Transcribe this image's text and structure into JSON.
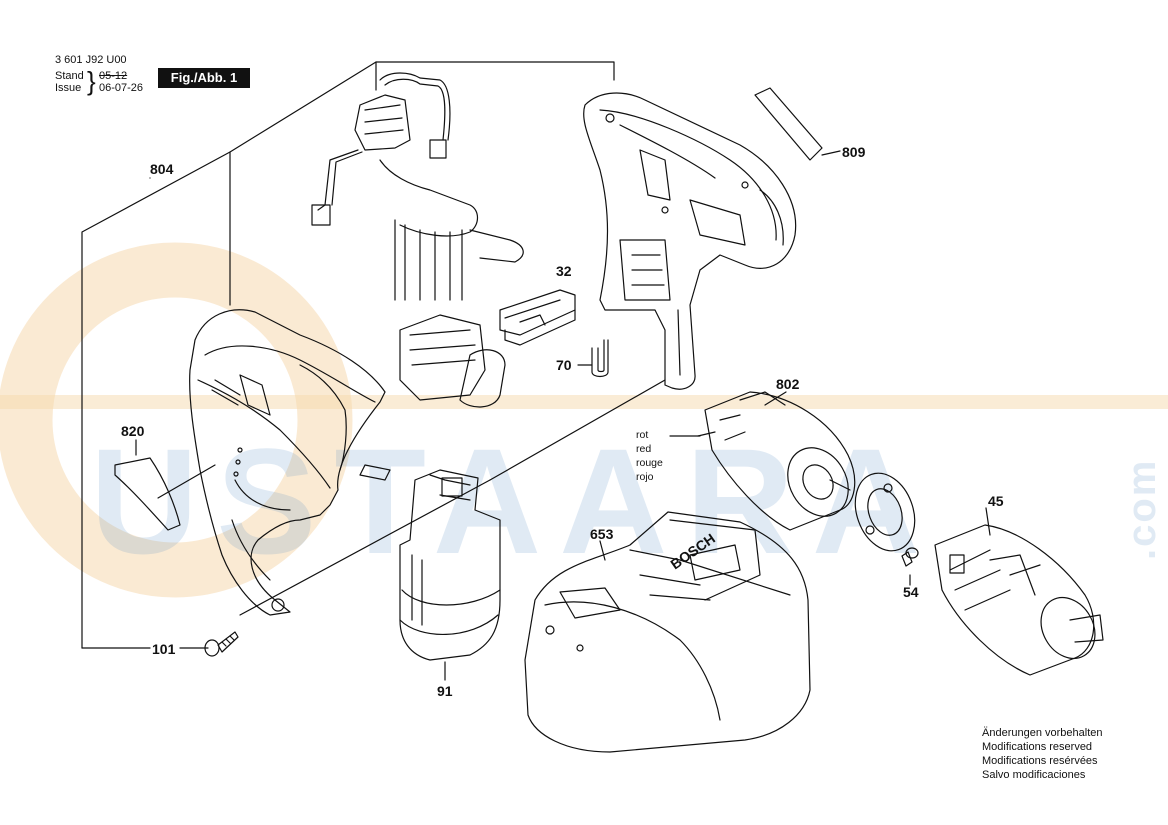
{
  "header": {
    "part_number": "3 601 J92 U00",
    "stand_label": "Stand",
    "stand_value": "05-12",
    "issue_label": "Issue",
    "issue_value": "06-07-26",
    "figure_label": "Fig./Abb. 1"
  },
  "watermark": {
    "text": "USTAARA",
    "suffix": ".com"
  },
  "callouts": {
    "p804": "804",
    "p809": "809",
    "p32": "32",
    "p70": "70",
    "p802": "802",
    "p820": "820",
    "p653": "653",
    "p45": "45",
    "p54": "54",
    "p101": "101",
    "p91": "91"
  },
  "wire_colors": [
    "rot",
    "red",
    "rouge",
    "rojo"
  ],
  "brand": "BOSCH",
  "notes": [
    "Änderungen vorbehalten",
    "Modifications reserved",
    "Modifications resérvées",
    "Salvo modificaciones"
  ],
  "colors": {
    "line": "#111111",
    "watermark_blue": "#6a98c8",
    "watermark_orange": "#f5c98a"
  }
}
